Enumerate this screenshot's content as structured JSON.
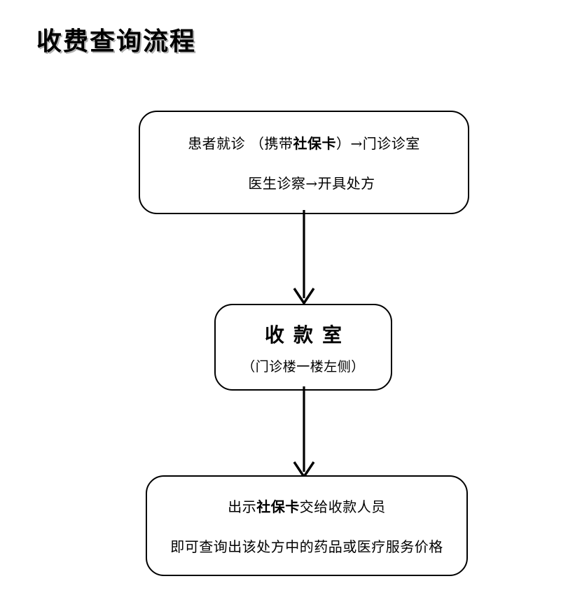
{
  "title": "收费查询流程",
  "flow": {
    "nodes": [
      {
        "id": "visit",
        "name": "patient-visit-node",
        "line_1_prefix": "患者就诊 （携带",
        "line_1_emphasis": "社保卡",
        "line_1_suffix": "）→门诊诊室",
        "line_2": "医生诊察→开具处方"
      },
      {
        "id": "cashier",
        "name": "cashier-room-node",
        "title": "收款室",
        "subtitle": "（门诊楼一楼左侧）"
      },
      {
        "id": "query",
        "name": "price-query-node",
        "line_1_prefix": "出示",
        "line_1_emphasis": "社保卡",
        "line_1_suffix": "交给收款人员",
        "line_2": "即可查询出该处方中的药品或医疗服务价格"
      }
    ],
    "connectors": [
      {
        "id": "visit-to-cashier",
        "name": "arrow-visit-to-cashier",
        "direction": "down"
      },
      {
        "id": "cashier-to-query",
        "name": "arrow-cashier-to-query",
        "direction": "down"
      }
    ]
  },
  "colors": {
    "stroke": "#000000",
    "background": "#ffffff",
    "text": "#000000"
  }
}
